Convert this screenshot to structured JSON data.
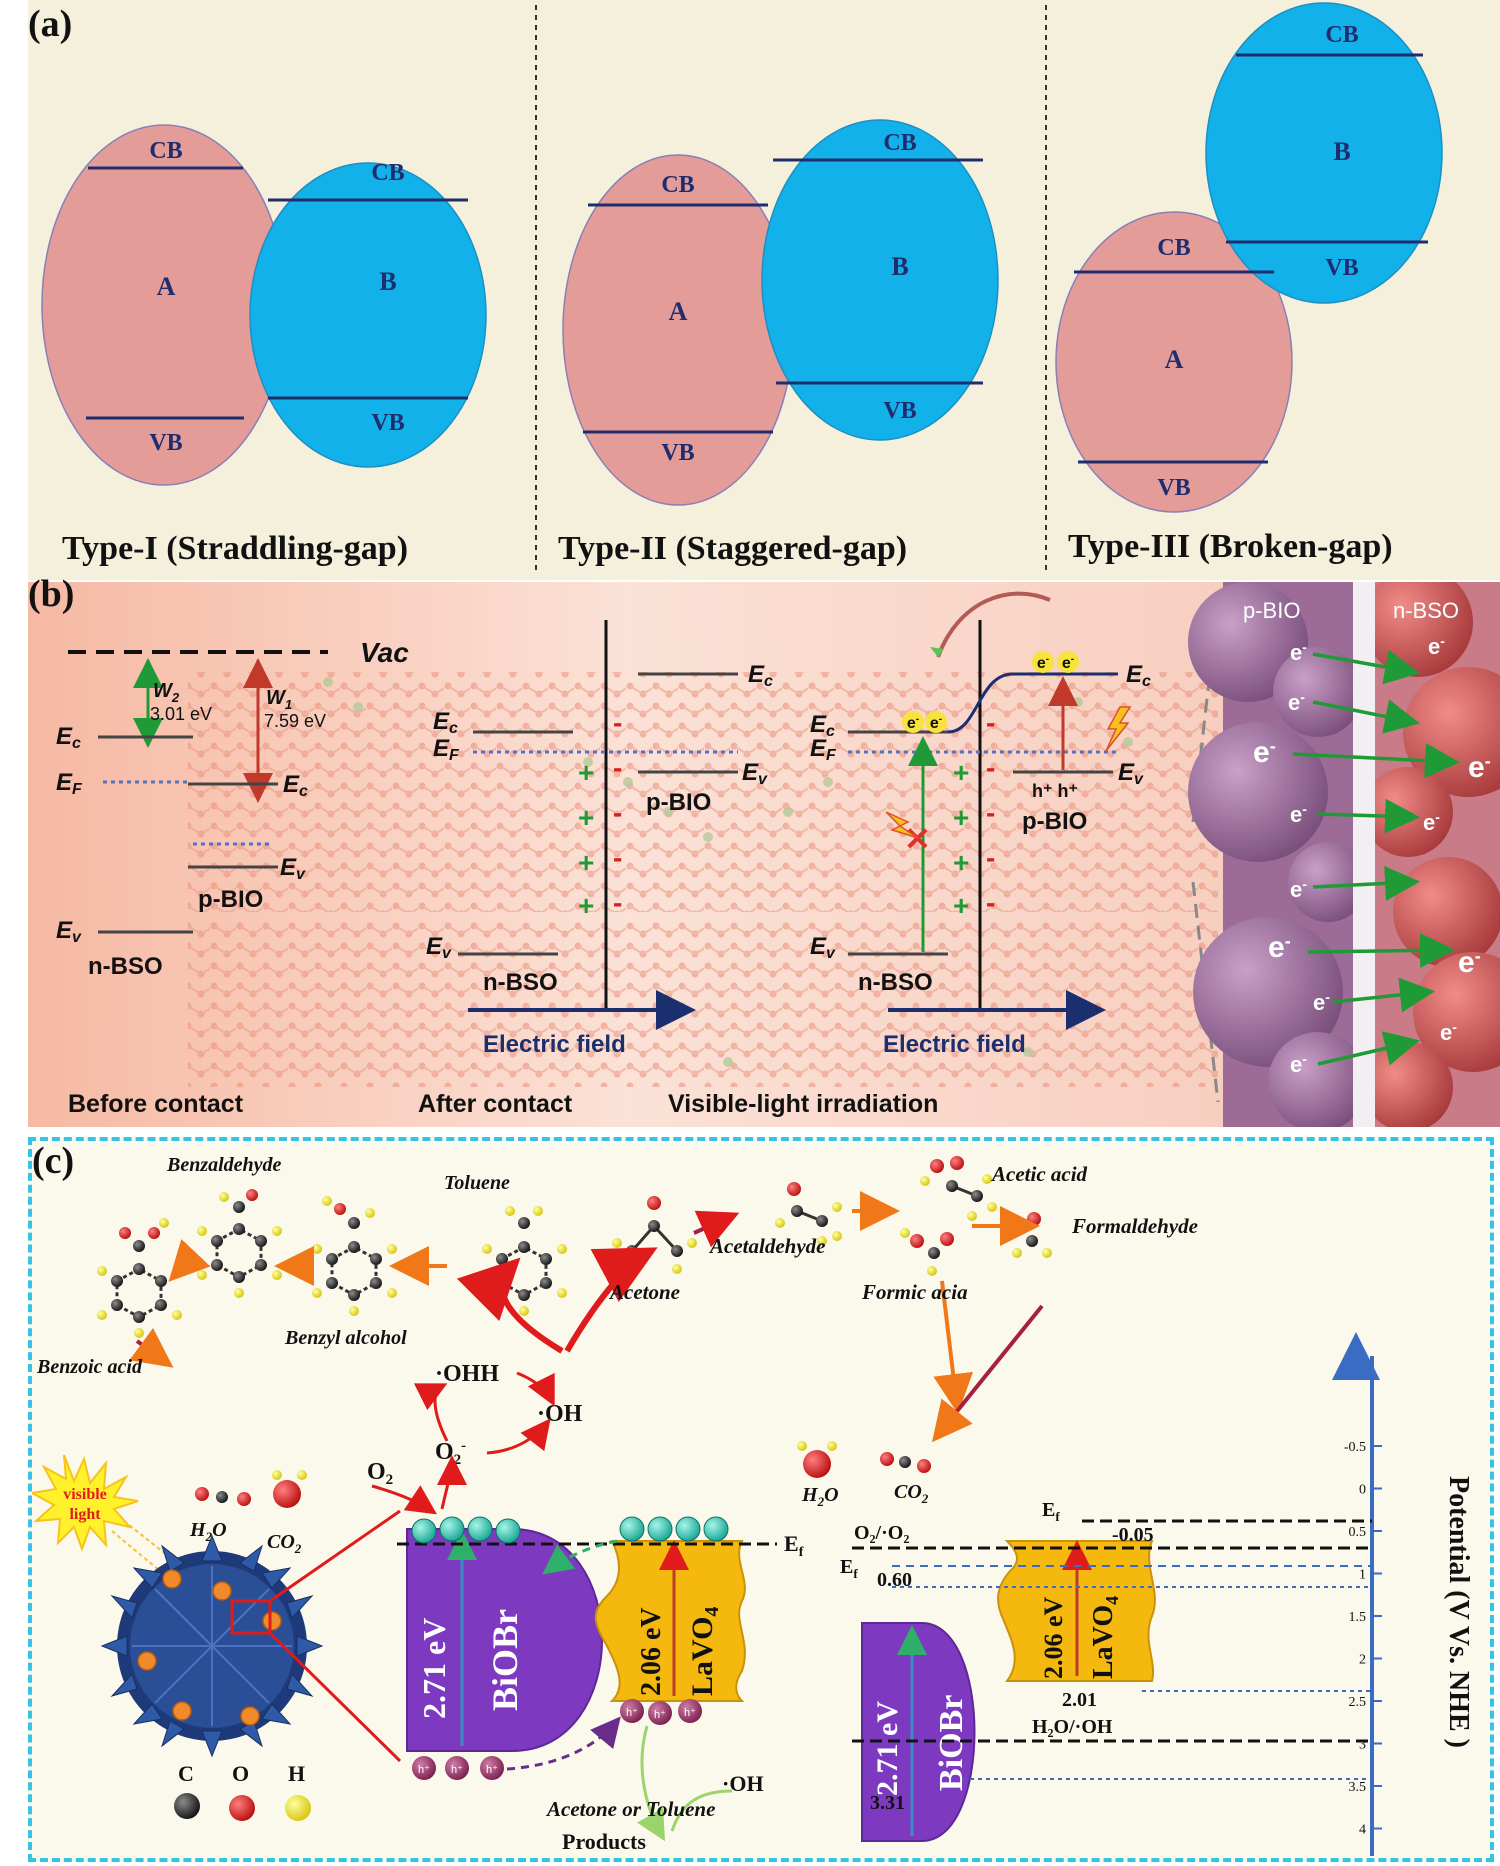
{
  "panel_a": {
    "label": "(a)",
    "band_labels": {
      "cb": "CB",
      "vb": "VB",
      "a": "A",
      "b": "B"
    },
    "types": [
      {
        "caption": "Type-I (Straddling-gap)"
      },
      {
        "caption": "Type-II (Staggered-gap)"
      },
      {
        "caption": "Type-III (Broken-gap)"
      }
    ],
    "colors": {
      "a_fill": "#e49c98",
      "b_fill": "#12b1ea",
      "band_line": "#1f2d6e",
      "background": "#f5f0dc"
    }
  },
  "panel_b": {
    "label": "(b)",
    "vac": "Vac",
    "w2_label": "W",
    "w2_sub": "2",
    "w2_value": "3.01 eV",
    "w1_label": "W",
    "w1_sub": "1",
    "w1_value": "7.59 eV",
    "ec": "E",
    "ec_sub": "c",
    "ef": "E",
    "ef_sub": "F",
    "ev": "E",
    "ev_sub": "v",
    "p_bio": "p-BIO",
    "n_bso": "n-BSO",
    "electric_field": "Electric field",
    "stages": [
      "Before contact",
      "After contact",
      "Visible-light irradiation"
    ],
    "electron": "e",
    "electron_sup": "-",
    "hole_pair": "h⁺ h⁺",
    "inset_left": "p-BIO",
    "inset_right": "n-BSO",
    "plus": "+",
    "minus": "-"
  },
  "panel_c": {
    "label": "(c)",
    "molecules": {
      "toluene": "Toluene",
      "benzaldehyde": "Benzaldehyde",
      "benzyl_alcohol": "Benzyl alcohol",
      "benzoic_acid": "Benzoic acid",
      "acetone": "Acetone",
      "acetaldehyde": "Acetaldehyde",
      "acetic_acid": "Acetic acid",
      "formaldehyde": "Formaldehyde",
      "formic_acid": "Formic acia"
    },
    "h2o": "H",
    "h2o_sub": "2",
    "h2o_end": "O",
    "co2": "CO",
    "co2_sub": "2",
    "ohh": "·OHH",
    "oh": "·OH",
    "o2": "O",
    "o2_sub": "2",
    "o2_radical": "O",
    "o2_radical_sub": "2",
    "o2_radical_sup": "-",
    "visible_light": [
      "visible",
      "light"
    ],
    "ef": "E",
    "ef_sub": "f",
    "biobr": "BiOBr",
    "lavo4": "LaVO",
    "lavo4_sub": "4",
    "gap_biobr": "2.71 eV",
    "gap_lavo4": "2.06 eV",
    "hole": "h⁺",
    "acetone_or_toluene": "Acetone or Toluene",
    "products": "Products",
    "legend": [
      {
        "label": "C",
        "color": "#222222"
      },
      {
        "label": "O",
        "color": "#e01b1b"
      },
      {
        "label": "H",
        "color": "#f3e21a"
      }
    ],
    "energy": {
      "o2_couple": "O₂/·O₂",
      "h2o_couple": "H₂O/·OH",
      "ef_biobr_value": "0.60",
      "ef_lavo4_value": "-0.05",
      "vb_lavo4_value": "2.01",
      "vb_biobr_value": "3.31"
    },
    "axis": {
      "title": "Potential (V Vs. NHE )",
      "ticks": [
        "-0.5",
        "0",
        "0.5",
        "1",
        "1.5",
        "2",
        "2.5",
        "3",
        "3.5",
        "4"
      ]
    },
    "colors": {
      "biobr": "#7d3ac1",
      "lavo4": "#f5b80f",
      "border": "#35c3e6",
      "axis": "#3a6cc4"
    }
  }
}
